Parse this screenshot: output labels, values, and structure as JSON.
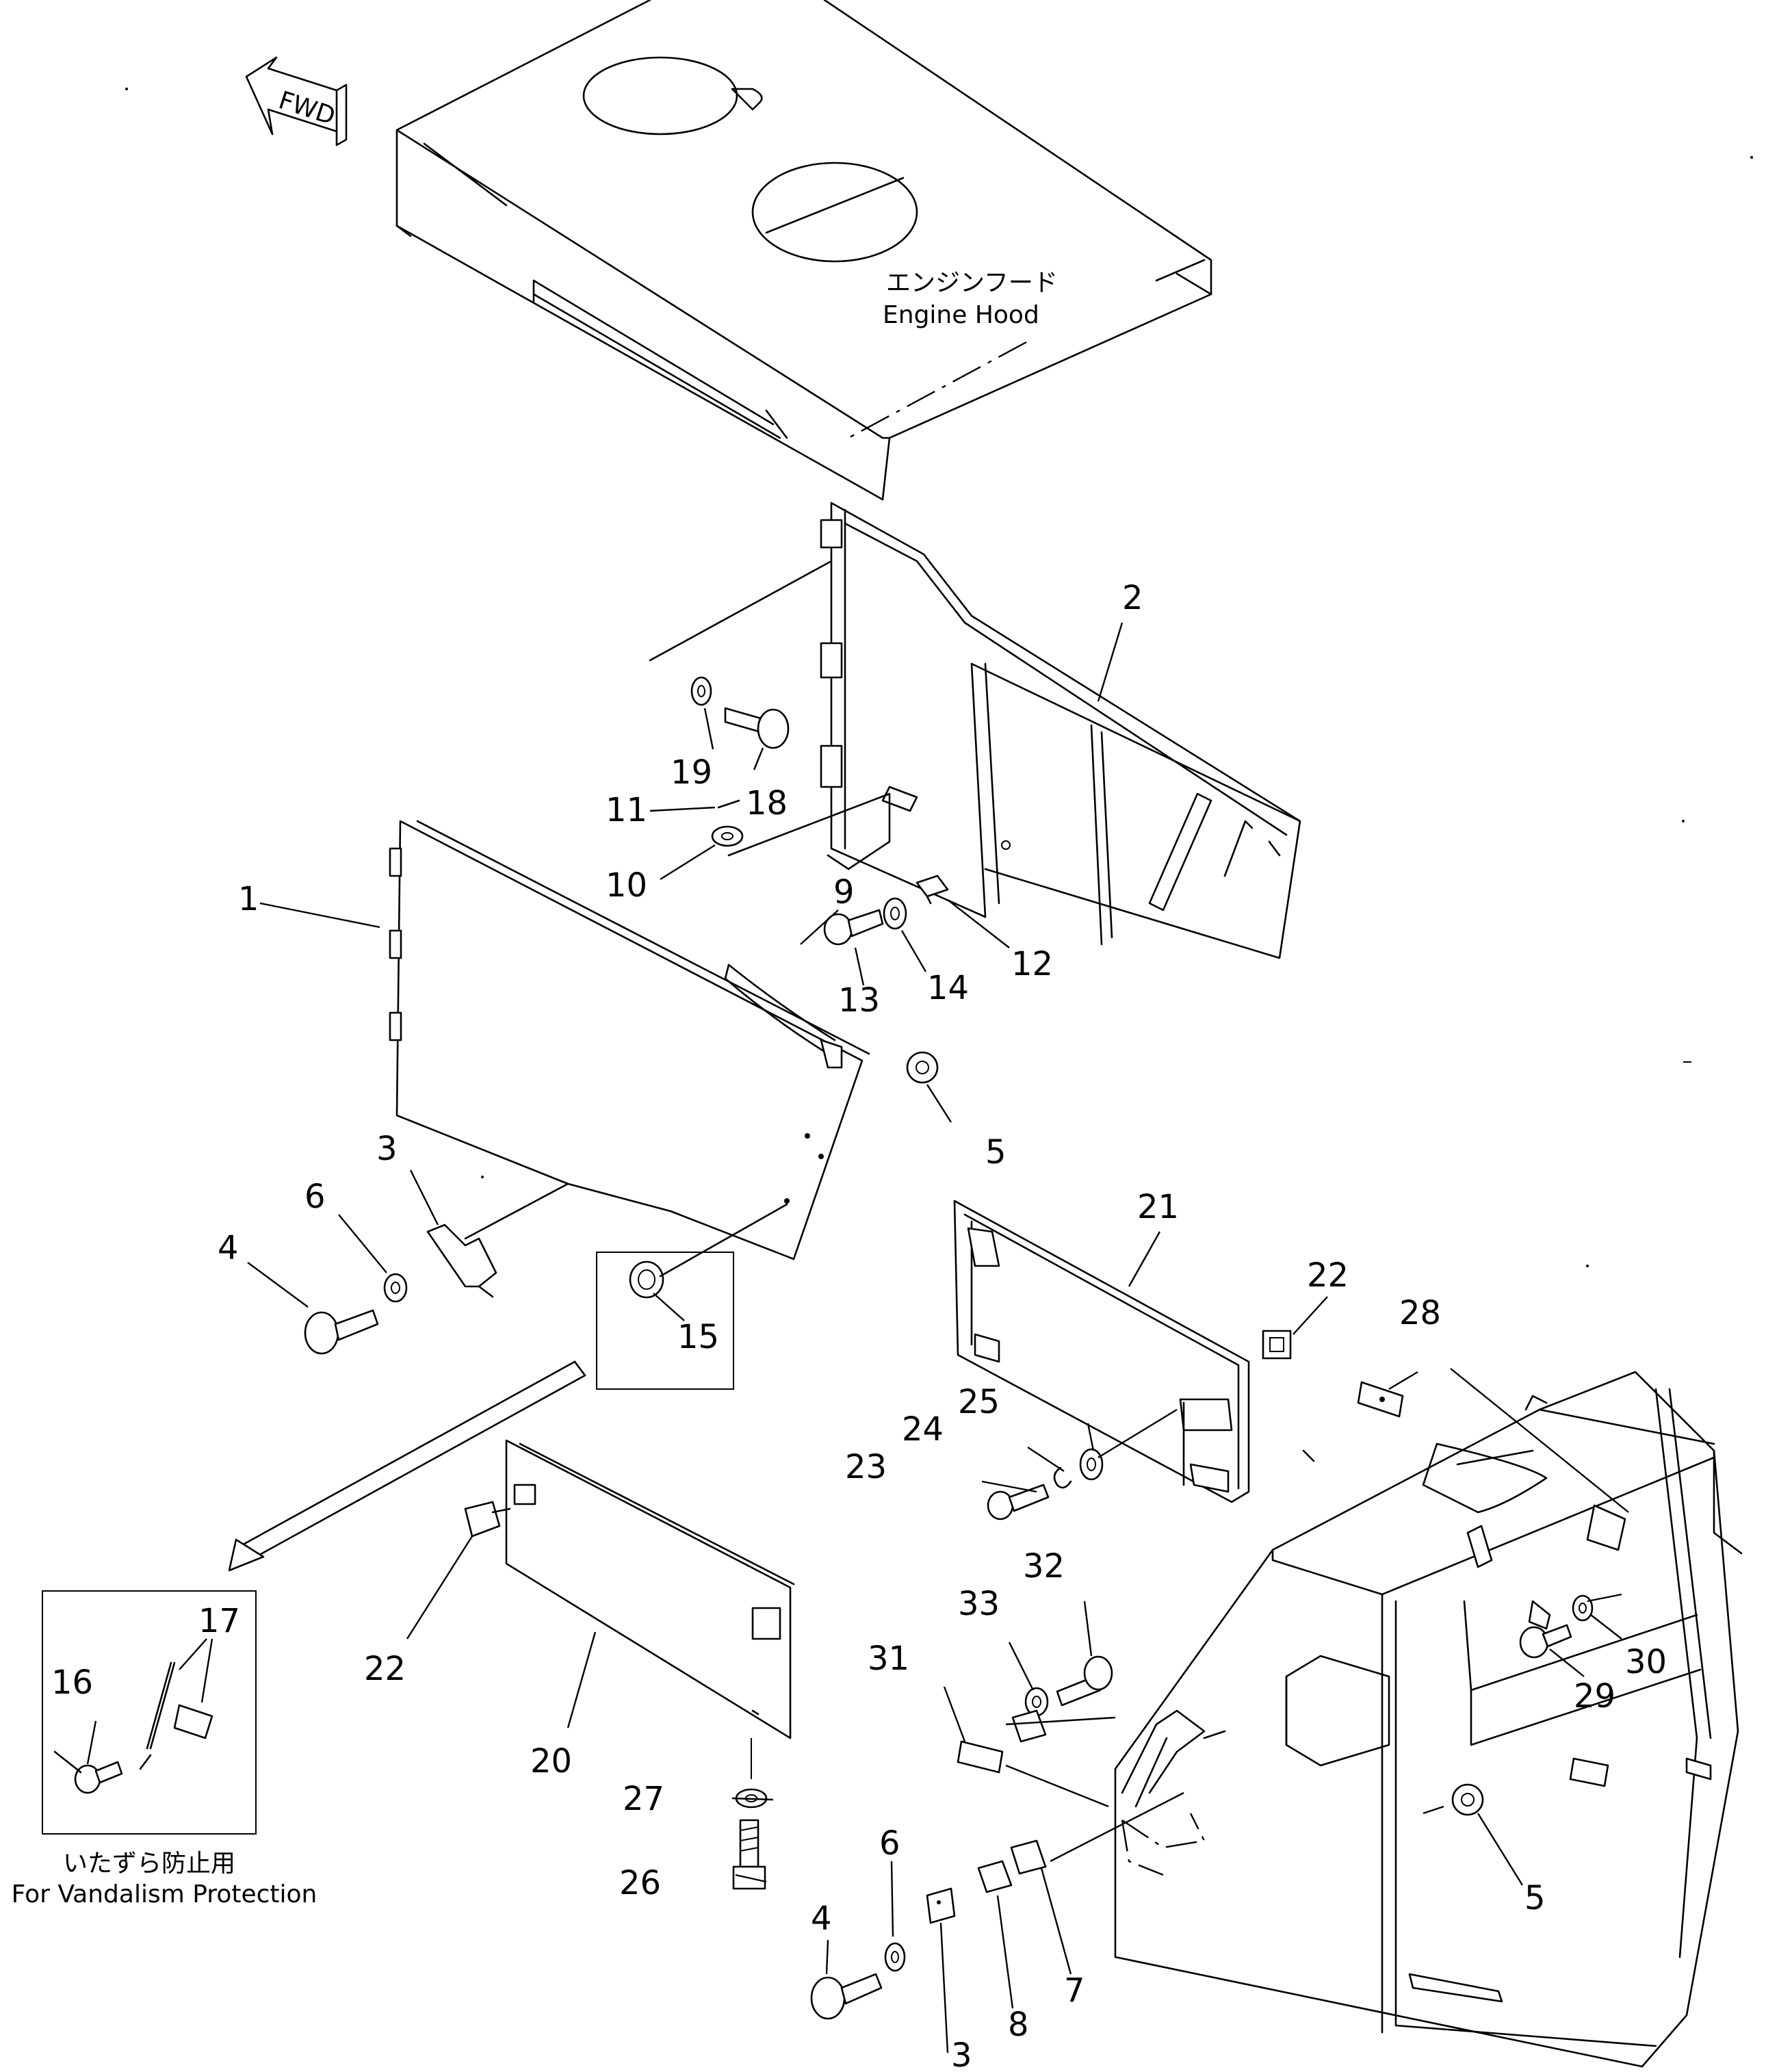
{
  "fwd_arrow": "FWD",
  "engine_hood": {
    "jp": "エンジンフード",
    "en": "Engine Hood"
  },
  "vandalism_box": {
    "jp": "いたずら防止用",
    "en": "For Vandalism Protection"
  },
  "callouts": [
    {
      "id": "c1",
      "label": "1"
    },
    {
      "id": "c2",
      "label": "2"
    },
    {
      "id": "c3a",
      "label": "3"
    },
    {
      "id": "c3b",
      "label": "3"
    },
    {
      "id": "c4a",
      "label": "4"
    },
    {
      "id": "c4b",
      "label": "4"
    },
    {
      "id": "c5a",
      "label": "5"
    },
    {
      "id": "c5b",
      "label": "5"
    },
    {
      "id": "c6a",
      "label": "6"
    },
    {
      "id": "c6b",
      "label": "6"
    },
    {
      "id": "c7",
      "label": "7"
    },
    {
      "id": "c8",
      "label": "8"
    },
    {
      "id": "c9",
      "label": "9"
    },
    {
      "id": "c10",
      "label": "10"
    },
    {
      "id": "c11",
      "label": "11"
    },
    {
      "id": "c12",
      "label": "12"
    },
    {
      "id": "c13",
      "label": "13"
    },
    {
      "id": "c14",
      "label": "14"
    },
    {
      "id": "c15",
      "label": "15"
    },
    {
      "id": "c16",
      "label": "16"
    },
    {
      "id": "c17",
      "label": "17"
    },
    {
      "id": "c18",
      "label": "18"
    },
    {
      "id": "c19",
      "label": "19"
    },
    {
      "id": "c20",
      "label": "20"
    },
    {
      "id": "c21",
      "label": "21"
    },
    {
      "id": "c22a",
      "label": "22"
    },
    {
      "id": "c22b",
      "label": "22"
    },
    {
      "id": "c23",
      "label": "23"
    },
    {
      "id": "c24",
      "label": "24"
    },
    {
      "id": "c25",
      "label": "25"
    },
    {
      "id": "c26",
      "label": "26"
    },
    {
      "id": "c27",
      "label": "27"
    },
    {
      "id": "c28",
      "label": "28"
    },
    {
      "id": "c29",
      "label": "29"
    },
    {
      "id": "c30",
      "label": "30"
    },
    {
      "id": "c31",
      "label": "31"
    },
    {
      "id": "c32",
      "label": "32"
    },
    {
      "id": "c33",
      "label": "33"
    }
  ]
}
